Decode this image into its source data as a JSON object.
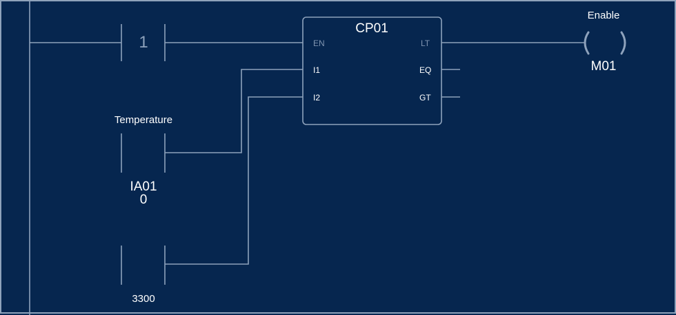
{
  "rung": {
    "contact_1": {
      "value": "1"
    },
    "function_block": {
      "name": "CP01",
      "inputs": [
        "EN",
        "I1",
        "I2"
      ],
      "outputs": [
        "LT",
        "EQ",
        "GT"
      ]
    },
    "temperature_contact": {
      "label": "Temperature",
      "address": "IA01",
      "value": "0"
    },
    "constant_contact": {
      "value": "3300"
    },
    "coil": {
      "label": "Enable",
      "address": "M01"
    }
  },
  "colors": {
    "background": "#06264f",
    "lines": "#8ea2bc",
    "text": "#ffffff",
    "dim_text": "#7f94b0"
  }
}
